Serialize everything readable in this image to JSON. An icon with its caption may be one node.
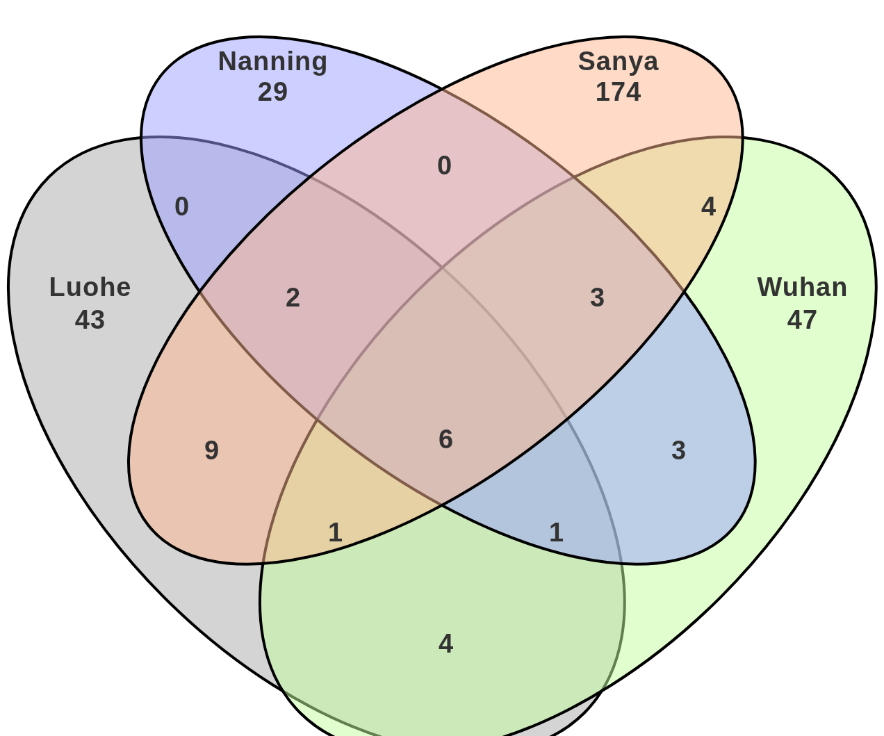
{
  "diagram": {
    "nodes": [
      {
        "text": [
          "Nanning",
          "29"
        ]
      },
      {
        "text": [
          "Sanya",
          "174"
        ]
      },
      {
        "text": [
          "Luohe",
          "43"
        ]
      },
      {
        "text": [
          "Wuhan",
          "47"
        ]
      }
    ],
    "labels": [
      "0",
      "0",
      "4",
      "2",
      "3",
      "6",
      "9",
      "3",
      "1",
      "1",
      "4"
    ]
  }
}
